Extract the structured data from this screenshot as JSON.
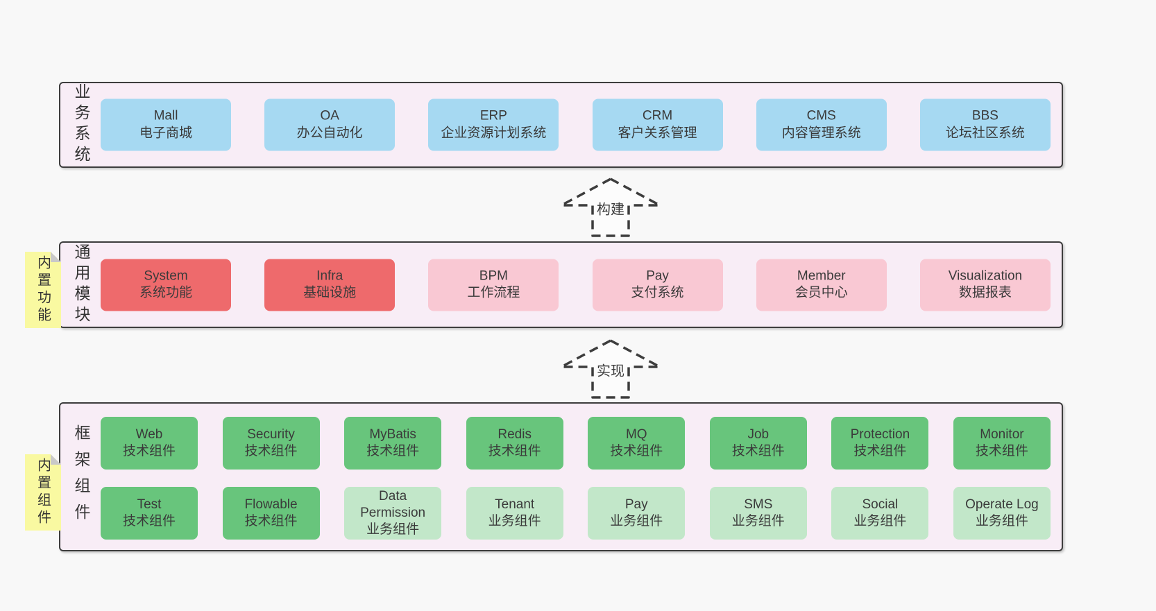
{
  "colors": {
    "page-bg": "#f8f8f8",
    "panel-bg": "#f8edf6",
    "panel-border": "#3d3d3d",
    "blue": "#a6d9f2",
    "red": "#ee6a6c",
    "pink": "#f9c8d3",
    "green": "#68c57c",
    "green-light": "#c2e7c9",
    "sticky": "#f9f9a1",
    "text": "#3a3a3a"
  },
  "business": {
    "label": "业务系统",
    "items": [
      {
        "title": "Mall",
        "subtitle": "电子商城"
      },
      {
        "title": "OA",
        "subtitle": "办公自动化"
      },
      {
        "title": "ERP",
        "subtitle": "企业资源计划系统"
      },
      {
        "title": "CRM",
        "subtitle": "客户关系管理"
      },
      {
        "title": "CMS",
        "subtitle": "内容管理系统"
      },
      {
        "title": "BBS",
        "subtitle": "论坛社区系统"
      }
    ]
  },
  "arrows": {
    "build": "构建",
    "implement": "实现"
  },
  "modules": {
    "label": "通用模块",
    "sticky": "内置功能",
    "items": [
      {
        "title": "System",
        "subtitle": "系统功能"
      },
      {
        "title": "Infra",
        "subtitle": "基础设施"
      },
      {
        "title": "BPM",
        "subtitle": "工作流程"
      },
      {
        "title": "Pay",
        "subtitle": "支付系统"
      },
      {
        "title": "Member",
        "subtitle": "会员中心"
      },
      {
        "title": "Visualization",
        "subtitle": "数据报表"
      }
    ]
  },
  "components": {
    "label": "框架组件",
    "sticky": "内置组件",
    "row1": [
      {
        "title": "Web",
        "subtitle": "技术组件"
      },
      {
        "title": "Security",
        "subtitle": "技术组件"
      },
      {
        "title": "MyBatis",
        "subtitle": "技术组件"
      },
      {
        "title": "Redis",
        "subtitle": "技术组件"
      },
      {
        "title": "MQ",
        "subtitle": "技术组件"
      },
      {
        "title": "Job",
        "subtitle": "技术组件"
      },
      {
        "title": "Protection",
        "subtitle": "技术组件"
      },
      {
        "title": "Monitor",
        "subtitle": "技术组件"
      }
    ],
    "row2": [
      {
        "title": "Test",
        "subtitle": "技术组件"
      },
      {
        "title": "Flowable",
        "subtitle": "技术组件"
      },
      {
        "title": "Data Permission",
        "subtitle": "业务组件"
      },
      {
        "title": "Tenant",
        "subtitle": "业务组件"
      },
      {
        "title": "Pay",
        "subtitle": "业务组件"
      },
      {
        "title": "SMS",
        "subtitle": "业务组件"
      },
      {
        "title": "Social",
        "subtitle": "业务组件"
      },
      {
        "title": "Operate Log",
        "subtitle": "业务组件"
      }
    ]
  }
}
